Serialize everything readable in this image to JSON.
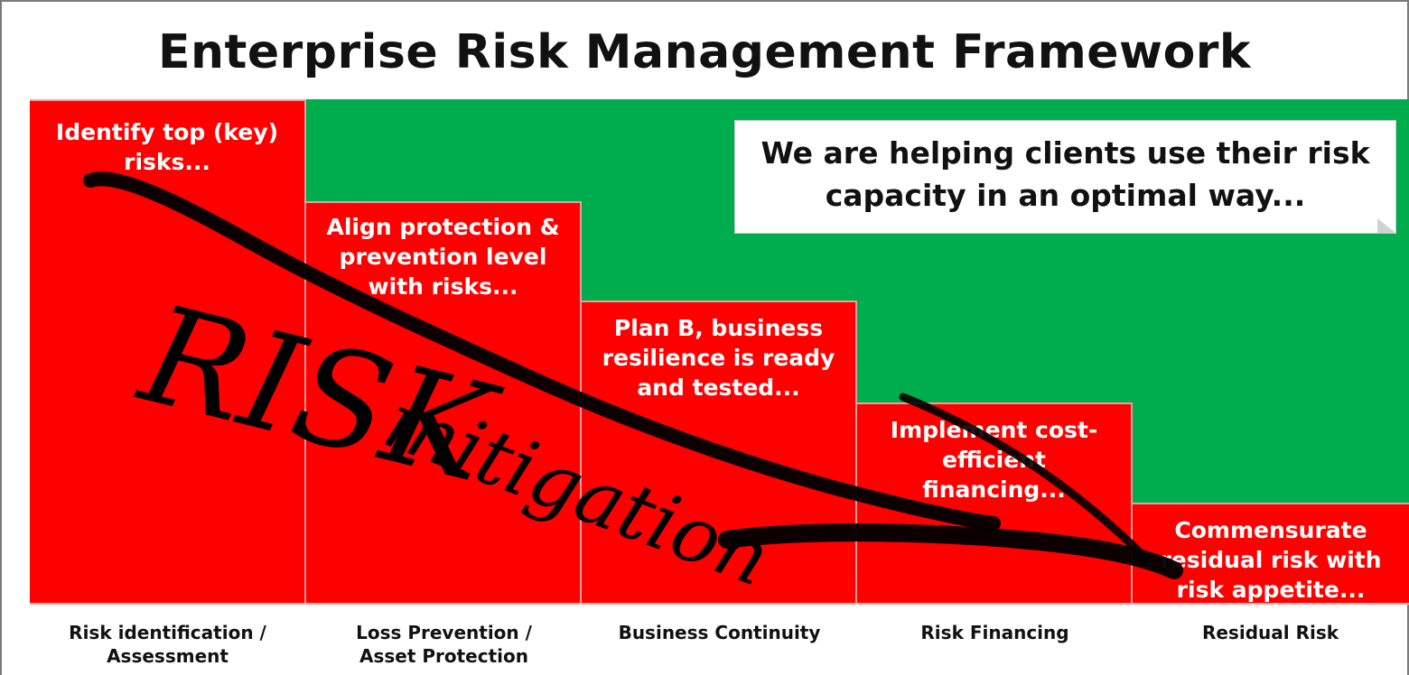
{
  "title": "Enterprise Risk Management Framework",
  "callout": "We are helping clients use their risk\ncapacity in an optimal way...",
  "steps": [
    {
      "text": "Identify top (key)\nrisks...",
      "label": "Risk identification /\nAssessment"
    },
    {
      "text": "Align protection &\nprevention level\nwith risks...",
      "label": "Loss Prevention /\nAsset Protection"
    },
    {
      "text": "Plan B, business\nresilience is ready\nand tested...",
      "label": "Business Continuity"
    },
    {
      "text": "Implement cost-\nefficient\nfinancing...",
      "label": "Risk Financing"
    },
    {
      "text": "Commensurate\nresidual risk with\nrisk appetite...",
      "label": "Residual Risk"
    }
  ],
  "overlay": {
    "word1": "RISK",
    "word2": "mitigation"
  },
  "colors": {
    "red": "#ff0000",
    "green": "#00ad4e",
    "ink": "#000000"
  }
}
